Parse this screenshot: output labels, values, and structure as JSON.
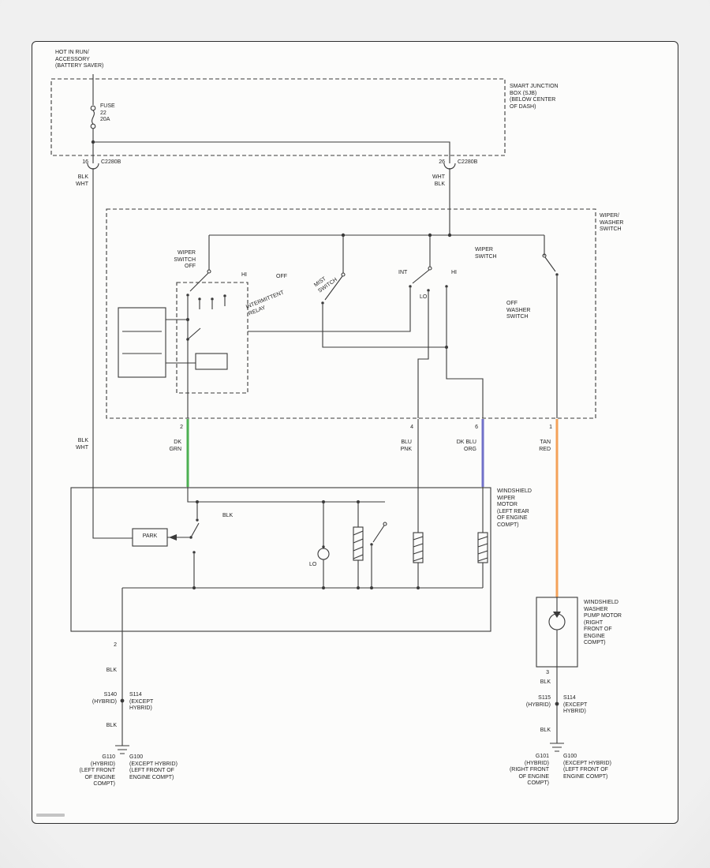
{
  "colors": {
    "line": "#3a3a3a",
    "wire_green": "#4db052",
    "wire_blue": "#7070c8",
    "wire_orange": "#f4a259",
    "page_bg": "#fcfcfb",
    "canvas_bg": "#e8e8e8"
  },
  "labels": {
    "hot_feed": "HOT IN RUN/\nACCESSORY\n(BATTERY SAVER)",
    "sjb": "SMART JUNCTION\nBOX (SJB)\n(BELOW CENTER\nOF DASH)",
    "fuse": "FUSE\n22\n20A",
    "pin_16": "16",
    "conn_left": "C2280B",
    "pin_26": "26",
    "conn_right": "C2280B",
    "wire_blk_wht_top": "BLK\nWHT",
    "wire_wht_blk": "WHT\nBLK",
    "wiper_washer_switch": "WIPER/\nWASHER\nSWITCH",
    "wiper_switch_off": "WIPER\nSWITCH\nOFF",
    "pos_hi_left": "HI",
    "pos_off": "OFF",
    "mist_switch": "MIST\nSWITCH",
    "intermittent_relay": "INTERMITTENT\nRELAY",
    "pos_int": "INT",
    "pos_lo": "LO",
    "pos_hi_right": "HI",
    "wiper_switch": "WIPER\nSWITCH",
    "washer_switch_off": "OFF\nWASHER\nSWITCH",
    "wire_blk_wht_mid": "BLK\nWHT",
    "pin_2": "2",
    "wire_dk_grn": "DK\nGRN",
    "pin_4": "4",
    "wire_blu_pnk": "BLU\nPNK",
    "pin_6": "6",
    "wire_dk_blu_org": "DK BLU\nORG",
    "pin_1": "1",
    "wire_tan_red": "TAN\nRED",
    "wiper_motor": "WINDSHIELD\nWIPER\nMOTOR\n(LEFT REAR\nOF ENGINE\nCOMPT)",
    "park": "PARK",
    "wire_blk_internal": "BLK",
    "pos_lo_motor": "LO",
    "washer_pump": "WINDSHIELD\nWASHER\nPUMP MOTOR\n(RIGHT\nFRONT OF\nENGINE\nCOMPT)",
    "pin_2_motor": "2",
    "wire_blk_left_1": "BLK",
    "splice_s140": "S140\n(HYBRID)",
    "splice_s114_left": "S114\n(EXCEPT\nHYBRID)",
    "wire_blk_left_2": "BLK",
    "ground_g110": "G110\n(HYBRID)\n(LEFT FRONT\nOF ENGINE\nCOMPT)",
    "ground_g100_left": "G100\n(EXCEPT HYBRID)\n(LEFT FRONT OF\nENGINE COMPT)",
    "pin_3_pump": "3",
    "wire_blk_right_1": "BLK",
    "splice_s115": "S115\n(HYBRID)",
    "splice_s114_right": "S114\n(EXCEPT\nHYBRID)",
    "wire_blk_right_2": "BLK",
    "ground_g101": "G101\n(HYBRID)\n(RIGHT FRONT\nOF ENGINE\nCOMPT)",
    "ground_g100_right": "G100\n(EXCEPT HYBRID)\n(LEFT FRONT OF\nENGINE COMPT)"
  }
}
